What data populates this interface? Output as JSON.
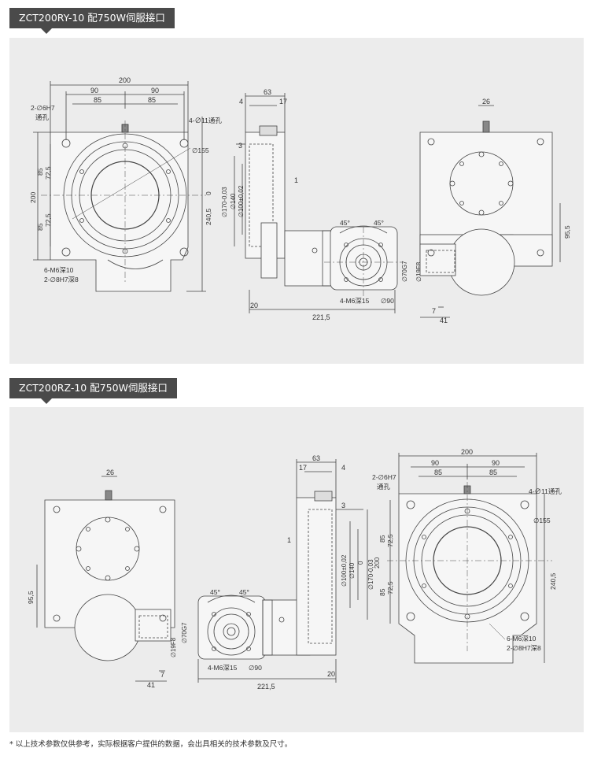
{
  "section1": {
    "title": "ZCT200RY-10 配750W伺服接口",
    "labels": {
      "w200": "200",
      "w90a": "90",
      "w90b": "90",
      "w85a": "85",
      "w85b": "85",
      "hole2": "2-∅6H7",
      "hole2b": "通孔",
      "hole4": "4-∅11通孔",
      "d155": "∅155",
      "h85a": "85",
      "h725a": "72,5",
      "h200": "200",
      "h85b": "85",
      "h725b": "72,5",
      "h2405": "240,5",
      "zero": "0",
      "m6": "6-M6深10",
      "h8": "2-∅8H7深8",
      "s63": "63",
      "s4": "4",
      "s17": "17",
      "s3": "3",
      "s1": "1",
      "d170": "∅170-0,03",
      "d140": "∅140",
      "d100": "∅100±0,02",
      "a45a": "45°",
      "a45b": "45°",
      "d70": "∅70G7",
      "d19": "∅19F8",
      "m6b": "4-M6深15",
      "d90": "∅90",
      "s20": "20",
      "s2215": "221,5",
      "r26": "26",
      "r955": "95,5",
      "r7": "7",
      "r41": "41"
    }
  },
  "section2": {
    "title": "ZCT200RZ-10 配750W伺服接口",
    "labels": {
      "l26": "26",
      "l955": "95,5",
      "d70": "∅70G7",
      "d19": "∅19F8",
      "l7": "7",
      "l41": "41",
      "a45a": "45°",
      "a45b": "45°",
      "m6b": "4-M6深15",
      "d90": "∅90",
      "s2215": "221,5",
      "s63": "63",
      "s17": "17",
      "s4": "4",
      "s3": "3",
      "s1": "1",
      "d100": "∅100±0,02",
      "d140": "∅140",
      "zero": "0",
      "d170": "∅170-0,03",
      "s20": "20",
      "w200": "200",
      "w90a": "90",
      "w90b": "90",
      "w85a": "85",
      "w85b": "85",
      "hole2": "2-∅6H7",
      "hole2b": "通孔",
      "hole4": "4-∅11通孔",
      "d155": "∅155",
      "h85a": "85",
      "h725a": "72,5",
      "h200": "200",
      "h85b": "85",
      "h725b": "72,5",
      "h2405": "240,5",
      "m6": "6-M6深10",
      "h8": "2-∅8H7深8"
    }
  },
  "footnote": "* 以上技术参数仅供参考，实际根据客户提供的数据，会出具相关的技术参数及尺寸。"
}
